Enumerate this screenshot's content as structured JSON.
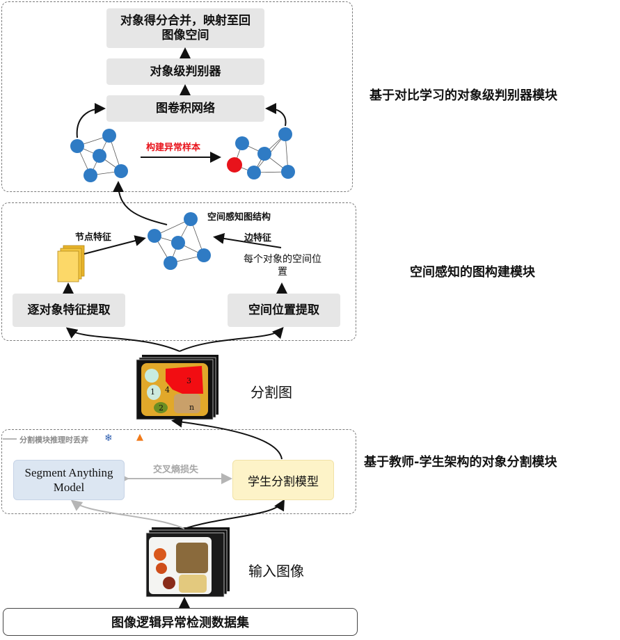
{
  "modules": {
    "top_title": "基于对比学习的对象级判别器模块",
    "mid_title": "空间感知的图构建模块",
    "bottom_title": "基于教师-学生架构的对象分割模块"
  },
  "top": {
    "merge_box": "对象得分合并，映射至回图像空间",
    "discriminator_box": "对象级判别器",
    "gcn_box": "图卷积网络",
    "anomaly_label": "构建异常样本"
  },
  "mid": {
    "graph_label": "空间感知图结构",
    "node_feature_label": "节点特征",
    "edge_feature_label": "边特征",
    "position_text": "每个对象的空间位置",
    "object_feature_box": "逐对象特征提取",
    "position_box": "空间位置提取"
  },
  "seg": {
    "label": "分割图",
    "regions": [
      "1",
      "2",
      "3",
      "4",
      "n"
    ]
  },
  "bottom": {
    "discard_note": "分割模块推理时丢弃",
    "sam_box": "Segment Anything Model",
    "student_box": "学生分割模型",
    "loss_label": "交叉熵损失"
  },
  "input": {
    "label": "输入图像"
  },
  "dataset": {
    "label": "图像逻辑异常检测数据集"
  },
  "colors": {
    "node": "#2f7bc4",
    "anomaly_node": "#e8131b",
    "sam_fill": "#dce6f2",
    "student_fill": "#fdf3c8",
    "anomaly_text": "#e8131b"
  }
}
